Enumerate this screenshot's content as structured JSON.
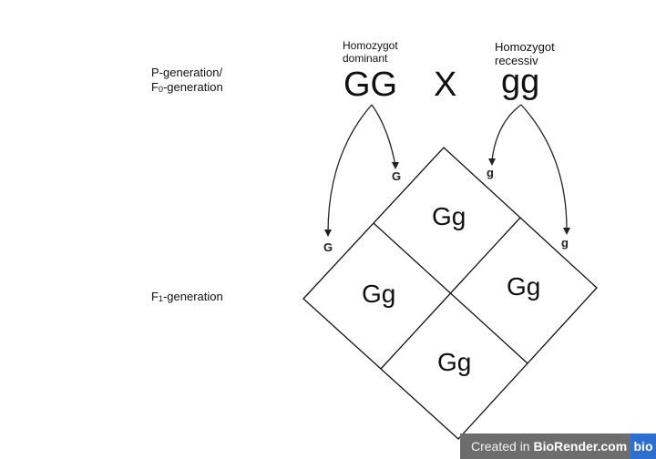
{
  "labels": {
    "p_generation_line1": "P-generation/",
    "p_generation_line2_prefix": "F",
    "p_generation_line2_sub": "0",
    "p_generation_line2_suffix": "-generation",
    "f1_prefix": "F",
    "f1_sub": "1",
    "f1_suffix": "-generation"
  },
  "parents": {
    "left": {
      "descriptor_line1": "Homozygot",
      "descriptor_line2": "dominant",
      "genotype": "GG"
    },
    "cross_symbol": "X",
    "right": {
      "descriptor_line1": "Homozygot",
      "descriptor_line2": "recessiv",
      "genotype": "gg"
    }
  },
  "gametes": {
    "left": [
      "G",
      "G"
    ],
    "right": [
      "g",
      "g"
    ]
  },
  "punnett": {
    "cells": [
      "Gg",
      "Gg",
      "Gg",
      "Gg"
    ]
  },
  "footer": {
    "prefix": "Created in ",
    "brand": "BioRender.com",
    "logo": "bio"
  },
  "colors": {
    "line": "#111111",
    "footer_bg": "#6d6d6d",
    "logo_bg": "#2d6fd1"
  }
}
